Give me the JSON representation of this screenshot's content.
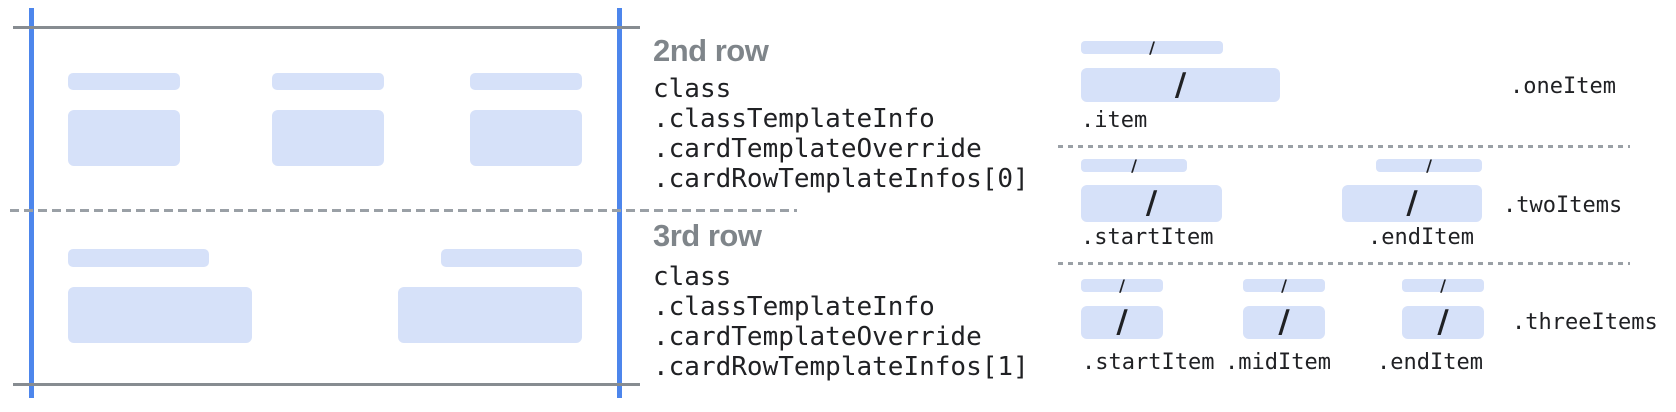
{
  "colors": {
    "accent_blue_line": "#4d86ec",
    "placeholder_blue": "#d6e1f9",
    "line_gray": "#878c91",
    "dash_gray": "#9aa0a6",
    "heading_gray": "#7f858a",
    "code_text": "#202124"
  },
  "glyphs": {
    "slash": "/"
  },
  "rows": [
    {
      "heading": "2nd row",
      "code_lines": [
        "class",
        ".classTemplateInfo",
        ".cardTemplateOverride",
        ".cardRowTemplateInfos[0]"
      ]
    },
    {
      "heading": "3rd row",
      "code_lines": [
        "class",
        ".classTemplateInfo",
        ".cardTemplateOverride",
        ".cardRowTemplateInfos[1]"
      ]
    }
  ],
  "item_templates": [
    {
      "name": ".oneItem",
      "labels": [
        ".item"
      ]
    },
    {
      "name": ".twoItems",
      "labels": [
        ".startItem",
        ".endItem"
      ]
    },
    {
      "name": ".threeItems",
      "labels": [
        ".startItem",
        ".midItem",
        ".endItem"
      ]
    }
  ]
}
